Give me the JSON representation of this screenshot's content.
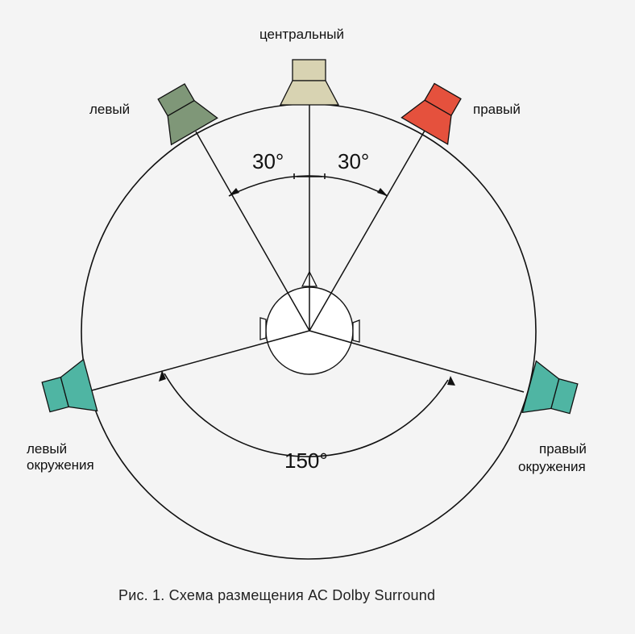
{
  "labels": {
    "center": "центральный",
    "left": "левый",
    "right": "правый",
    "left_surround_line1": "левый",
    "left_surround_line2": "окружения",
    "right_surround_line1": "правый",
    "right_surround_line2": "окружения"
  },
  "angles": {
    "left": "30°",
    "right": "30°",
    "bottom": "150°"
  },
  "caption": "Рис. 1. Схема размещения АС Dolby Surround",
  "colors": {
    "center_speaker": "#d8d3b2",
    "left_speaker": "#7f9778",
    "right_speaker": "#e5513d",
    "surround_speaker": "#4fb5a3",
    "line": "#111111"
  }
}
